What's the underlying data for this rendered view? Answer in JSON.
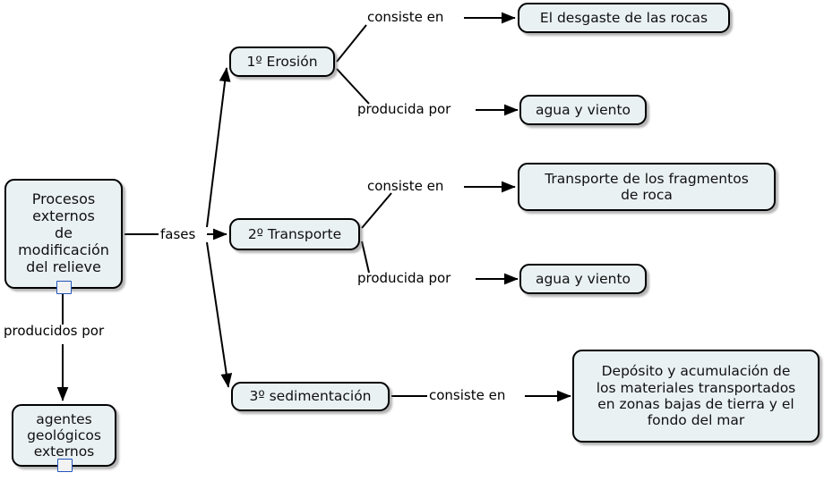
{
  "diagram": {
    "type": "concept-map",
    "language": "es",
    "background_color": "#ffffff",
    "node_fill_color": "#eaf1f3",
    "node_border_color": "#000000",
    "text_color": "#101010",
    "nodes": [
      {
        "id": "procesos",
        "label": "Procesos\nexternos\nde\nmodificación\ndel relieve",
        "icon": "picture-icon"
      },
      {
        "id": "agentes",
        "label": "agentes\ngeológicos\nexternos",
        "icon": "concept-map-icon"
      },
      {
        "id": "erosion",
        "label": "1º Erosión",
        "icon": ""
      },
      {
        "id": "transporte",
        "label": "2º Transporte",
        "icon": ""
      },
      {
        "id": "sedimentacion",
        "label": "3º sedimentación",
        "icon": ""
      },
      {
        "id": "desgaste",
        "label": "El desgaste de las rocas",
        "icon": ""
      },
      {
        "id": "agua1",
        "label": "agua y viento",
        "icon": ""
      },
      {
        "id": "fragmentos",
        "label": "Transporte de los fragmentos\nde roca",
        "icon": ""
      },
      {
        "id": "agua2",
        "label": "agua y viento",
        "icon": ""
      },
      {
        "id": "deposito",
        "label": "Depósito y acumulación de\nlos materiales transportados\nen zonas bajas de tierra y el\nfondo del mar",
        "icon": ""
      }
    ],
    "edge_labels": [
      {
        "id": "fases",
        "text": "fases"
      },
      {
        "id": "producidos-por",
        "text": "producidos por"
      },
      {
        "id": "consiste-en-1",
        "text": "consiste en"
      },
      {
        "id": "producida-por-1",
        "text": "producida por"
      },
      {
        "id": "consiste-en-2",
        "text": "consiste en"
      },
      {
        "id": "producida-por-2",
        "text": "producida por"
      },
      {
        "id": "consiste-en-3",
        "text": "consiste en"
      }
    ]
  }
}
